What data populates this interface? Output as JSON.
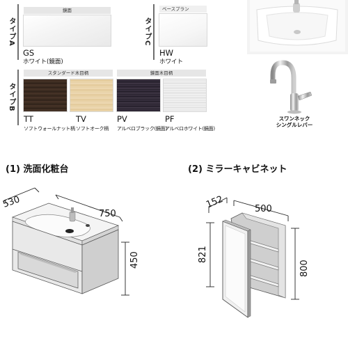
{
  "type_a": {
    "tag": "タイプA",
    "header": "鏡面",
    "code": "GS",
    "name": "ホワイト(鏡面)"
  },
  "type_c": {
    "tag": "タイプC",
    "header": "ベースプラン",
    "code": "HW",
    "name": "ホワイト"
  },
  "type_b": {
    "tag": "タイプB",
    "header_wood": "スタンダード木目柄",
    "header_mirror": "鏡面木目柄",
    "items": [
      {
        "code": "TT",
        "name": "ソフトウォールナット柄",
        "color": "#3a2a20"
      },
      {
        "code": "TV",
        "name": "ソフトオーク柄",
        "color": "#e9d3a8"
      },
      {
        "code": "PV",
        "name": "アルベロブラック(鏡面)",
        "color": "#2a2330"
      },
      {
        "code": "PF",
        "name": "アルベロホワイト(鏡面)",
        "color": "#eeeeee"
      }
    ]
  },
  "faucet": {
    "label_line1": "スワンネック",
    "label_line2": "シングルレバー"
  },
  "vanity": {
    "title": "(1) 洗面化粧台",
    "depth": "530",
    "width": "750",
    "height": "450"
  },
  "mirror_cabinet": {
    "title": "(2) ミラーキャビネット",
    "depth": "152",
    "width": "500",
    "height_left": "821",
    "height_right": "800"
  },
  "colors": {
    "label_bar": "#e6e6e6",
    "tag_line": "#6e6e6e",
    "dimension_line": "#222222"
  }
}
